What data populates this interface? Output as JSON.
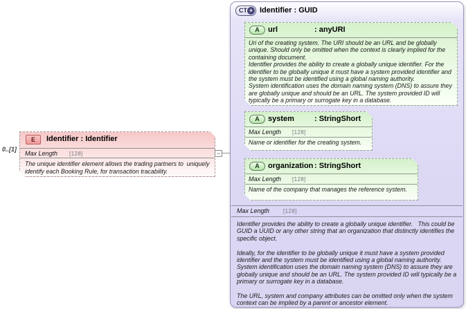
{
  "colors": {
    "element_fill": "#f6c7c7",
    "element_border": "#bb5f5f",
    "attribute_fill": "#d5f1cb",
    "container_fill": "#dcd8f4",
    "connector": "#949494"
  },
  "connector": {
    "collapse_icon": "−"
  },
  "element": {
    "badge": "E",
    "cardinality": "0..[1]",
    "title": "Identifier : Identifier",
    "facet_label": "Max Length",
    "facet_value": "[128]",
    "annotation": "The unique identifier element allows the trading partners to  uniquely identify each Booking Rule, for transaction tracability."
  },
  "complex_type": {
    "badge": "CT",
    "expand_icon": "+",
    "title": "Identifier : GUID",
    "facet_label": "Max Length",
    "facet_value": "[128]",
    "annotation": "Identifier provides the ability to create a globally unique identifier.   This could be GUID a UUID or any other string that an organization that distinctly identifies the specific object.\n\nIdeally, for the identifier to be globally unique it must have a system provided identifier and the system must be identified using a global naming authority. System identification uses the domain naming system (DNS) to assure they are globally unique and should be an URL. The system provided ID will typically be a primary or surrogate key in a database.\n\nThe URL, system and company attributes can be omitted only when the system context can be implied by a parent or ancestor element.",
    "attributes": [
      {
        "badge": "A",
        "name": "url",
        "type": ": anyURI",
        "annotation": "Uri of the creating system. The URI should be an URL and be globally unique. Should only be omitted when the context is clearly implied for the containing document.\nIdentifier provides the ability to create a globally unique identifier. For the identifier to be globally unique it must have a system provided identifier and the system must be identified using a global naming authority.\nSystem identification uses the domain naming system (DNS) to assure they are globally unique and should be an URL. The system provided ID will typically be a primary or surrogate key in a database."
      },
      {
        "badge": "A",
        "name": "system",
        "type": ": StringShort",
        "facet_label": "Max Length",
        "facet_value": "[128]",
        "annotation": "Name or identifier for the creating system."
      },
      {
        "badge": "A",
        "name": "organization",
        "type": ": StringShort",
        "facet_label": "Max Length",
        "facet_value": "[128]",
        "annotation": "Name of the company that manages the reference system."
      }
    ]
  }
}
